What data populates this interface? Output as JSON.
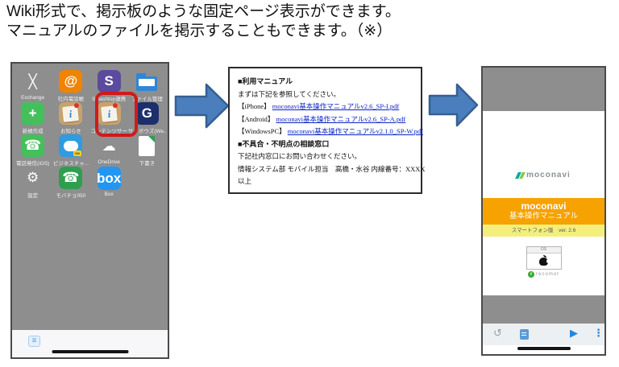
{
  "header": {
    "line1": "Wiki形式で、掲示板のような固定ページ表示ができます。",
    "line2": "マニュアルのファイルを掲示することもできます。（※）"
  },
  "left_phone": {
    "apps": [
      {
        "label": "Exchange"
      },
      {
        "label": "社内電話帳"
      },
      {
        "label": "Splashtop連携"
      },
      {
        "label": "ファイル管理"
      },
      {
        "label": "新規作成"
      },
      {
        "label": "お知らせ"
      },
      {
        "label": "コンテンツサー",
        "highlighted": true
      },
      {
        "label": "サイボウズ(We..."
      },
      {
        "label": "電話発信(iOS)"
      },
      {
        "label": "ビジネスチャ..."
      },
      {
        "label": "OneDrive"
      },
      {
        "label": "下書き"
      },
      {
        "label": "設定"
      },
      {
        "label": "モバチョ050"
      },
      {
        "label": "Box"
      }
    ]
  },
  "document": {
    "heading1": "■利用マニュアル",
    "intro": "まずは下記を参照してください。",
    "links": [
      {
        "prefix": "【iPhone】",
        "text": "moconavi基本操作マニュアルv2.6_SP-I.pdf"
      },
      {
        "prefix": "【Android】",
        "text": "moconavi基本操作マニュアルv2.6_SP-A.pdf"
      },
      {
        "prefix": "【WindowsPC】",
        "text": "moconavi基本操作マニュアルv2.1.0_SP-W.pdf"
      }
    ],
    "heading2": "■不具合・不明点の相談窓口",
    "contact_line1": "下記社内窓口にお問い合わせください。",
    "contact_line2": "情報システム部 モバイル担当　高橋・水谷 内線番号：XXXX",
    "closing": "以上"
  },
  "right_phone": {
    "logo_text": "moconavi",
    "banner_title": "moconavi",
    "banner_subtitle": "基本操作マニュアル",
    "version_line": "スマートフォン版　ver. 2.6",
    "os_label": "OS",
    "brand_initial": "r",
    "brand_small": "recomot"
  },
  "icons": {
    "exchange": "╳",
    "address_book": "@",
    "splashtop": "S",
    "create_new": "+",
    "info": "i",
    "cybozu": "G",
    "phone": "☎",
    "cloud": "☁",
    "gear": "⚙",
    "box_label": "box",
    "badge_050": "050",
    "list": "≡",
    "undo": "↺",
    "play": "▶",
    "kebab": "⋮"
  },
  "colors": {
    "arrow_fill": "#4a7ebc",
    "arrow_stroke": "#365f91",
    "highlight_red": "#cf1b1b",
    "banner_orange": "#f6a200",
    "version_yellow": "#f2f07a",
    "link_blue": "#0b23c4"
  }
}
